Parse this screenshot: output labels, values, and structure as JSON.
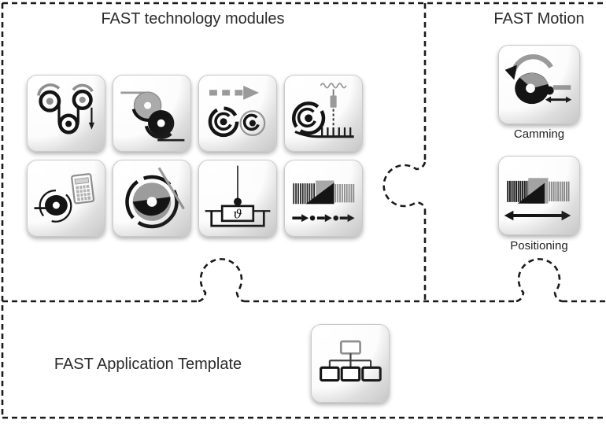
{
  "colors": {
    "dashed_line": "#1a1a1a",
    "icon_dark": "#141414",
    "icon_gray": "#9a9a9a",
    "tile_border": "#c9c9c9",
    "text": "#2b2b2b"
  },
  "modules": {
    "title": "FAST technology modules",
    "tiles": [
      {
        "icon": "unwind-web-rollers-icon"
      },
      {
        "icon": "nip-rollers-icon"
      },
      {
        "icon": "synchronized-axes-icon"
      },
      {
        "icon": "cross-cutter-icon"
      },
      {
        "icon": "roll-diameter-calculator-icon"
      },
      {
        "icon": "winder-diameter-icon"
      },
      {
        "icon": "dancer-tension-icon",
        "symbol": "ϑ"
      },
      {
        "icon": "gearing-coupling-icon"
      }
    ]
  },
  "motion": {
    "title": "FAST Motion",
    "tiles": [
      {
        "label": "Camming",
        "icon": "camming-cam-disc-icon"
      },
      {
        "label": "Positioning",
        "icon": "positioning-spindle-icon"
      }
    ]
  },
  "application": {
    "title": "FAST Application Template",
    "tile": {
      "icon": "org-chart-icon"
    }
  }
}
